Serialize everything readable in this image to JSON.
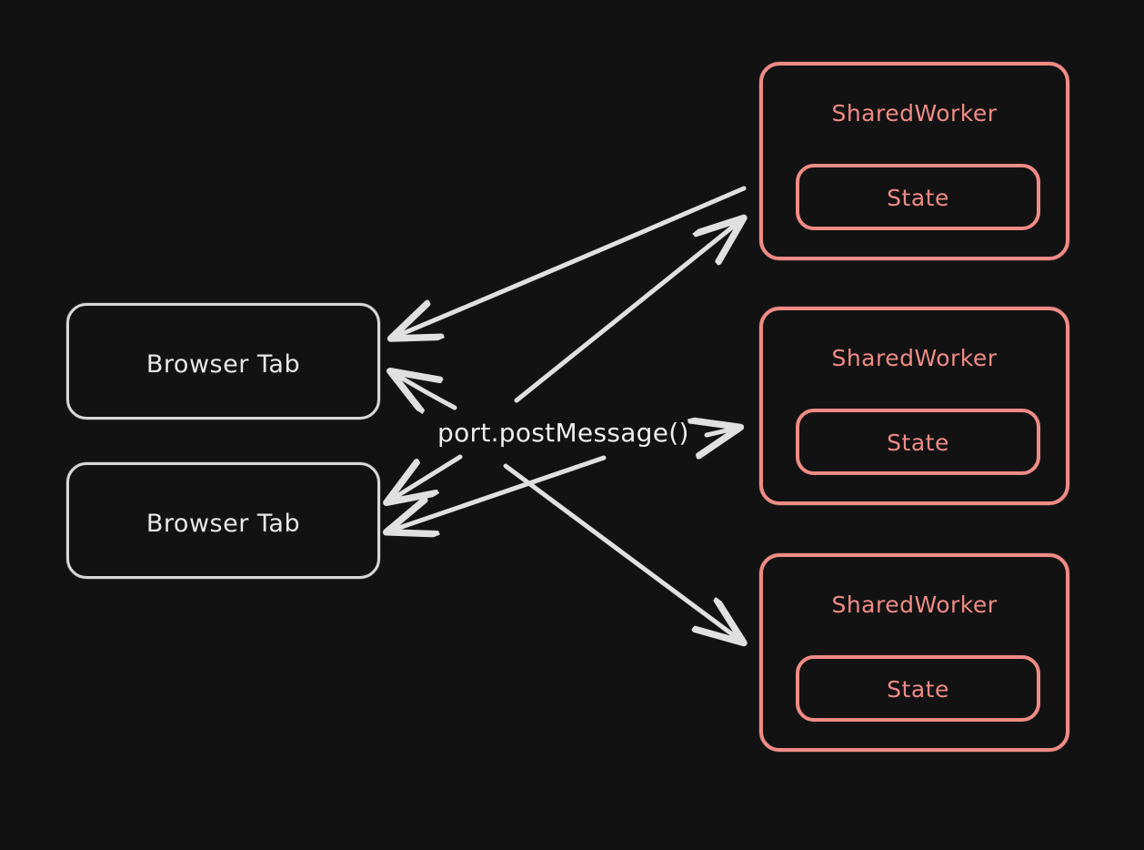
{
  "diagram": {
    "title": "SharedWorker message passing diagram",
    "background_color": "#121212",
    "tab_stroke_color": "#d8d8d8",
    "worker_stroke_color": "#f08b86",
    "arrow_color": "#e0e0e0",
    "center_label": "port.postMessage()",
    "browser_tabs": [
      {
        "label": "Browser Tab"
      },
      {
        "label": "Browser Tab"
      }
    ],
    "shared_workers": [
      {
        "title": "SharedWorker",
        "state_label": "State"
      },
      {
        "title": "SharedWorker",
        "state_label": "State"
      },
      {
        "title": "SharedWorker",
        "state_label": "State"
      }
    ],
    "edges": [
      {
        "from": "shared-worker-1",
        "to": "browser-tab-1",
        "direction": "to-tab"
      },
      {
        "from": "center-label",
        "to": "shared-worker-1",
        "direction": "to-worker"
      },
      {
        "from": "center-label",
        "to": "browser-tab-1",
        "direction": "to-tab"
      },
      {
        "from": "center-label",
        "to": "shared-worker-2",
        "direction": "to-worker"
      },
      {
        "from": "center-label",
        "to": "browser-tab-2",
        "direction": "to-tab"
      },
      {
        "from": "center-label",
        "to": "shared-worker-3",
        "direction": "to-worker"
      },
      {
        "from": "shared-worker-3",
        "to": "browser-tab-2",
        "direction": "to-tab"
      }
    ]
  }
}
